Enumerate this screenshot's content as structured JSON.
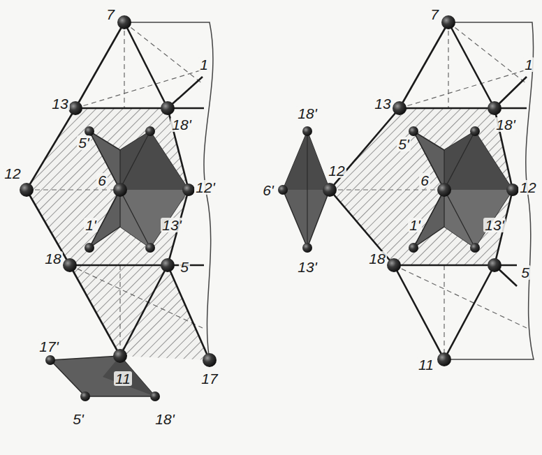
{
  "diagram": {
    "labels": [
      "7",
      "1",
      "13",
      "18'",
      "5'",
      "12",
      "6",
      "12'",
      "1'",
      "13'",
      "18",
      "5",
      "17'",
      "11",
      "17",
      "5'",
      "18'",
      "18'",
      "6'",
      "12",
      "13'",
      "7",
      "1",
      "13",
      "5'",
      "18'",
      "6",
      "12",
      "1'",
      "13'",
      "18",
      "5",
      "11"
    ]
  }
}
